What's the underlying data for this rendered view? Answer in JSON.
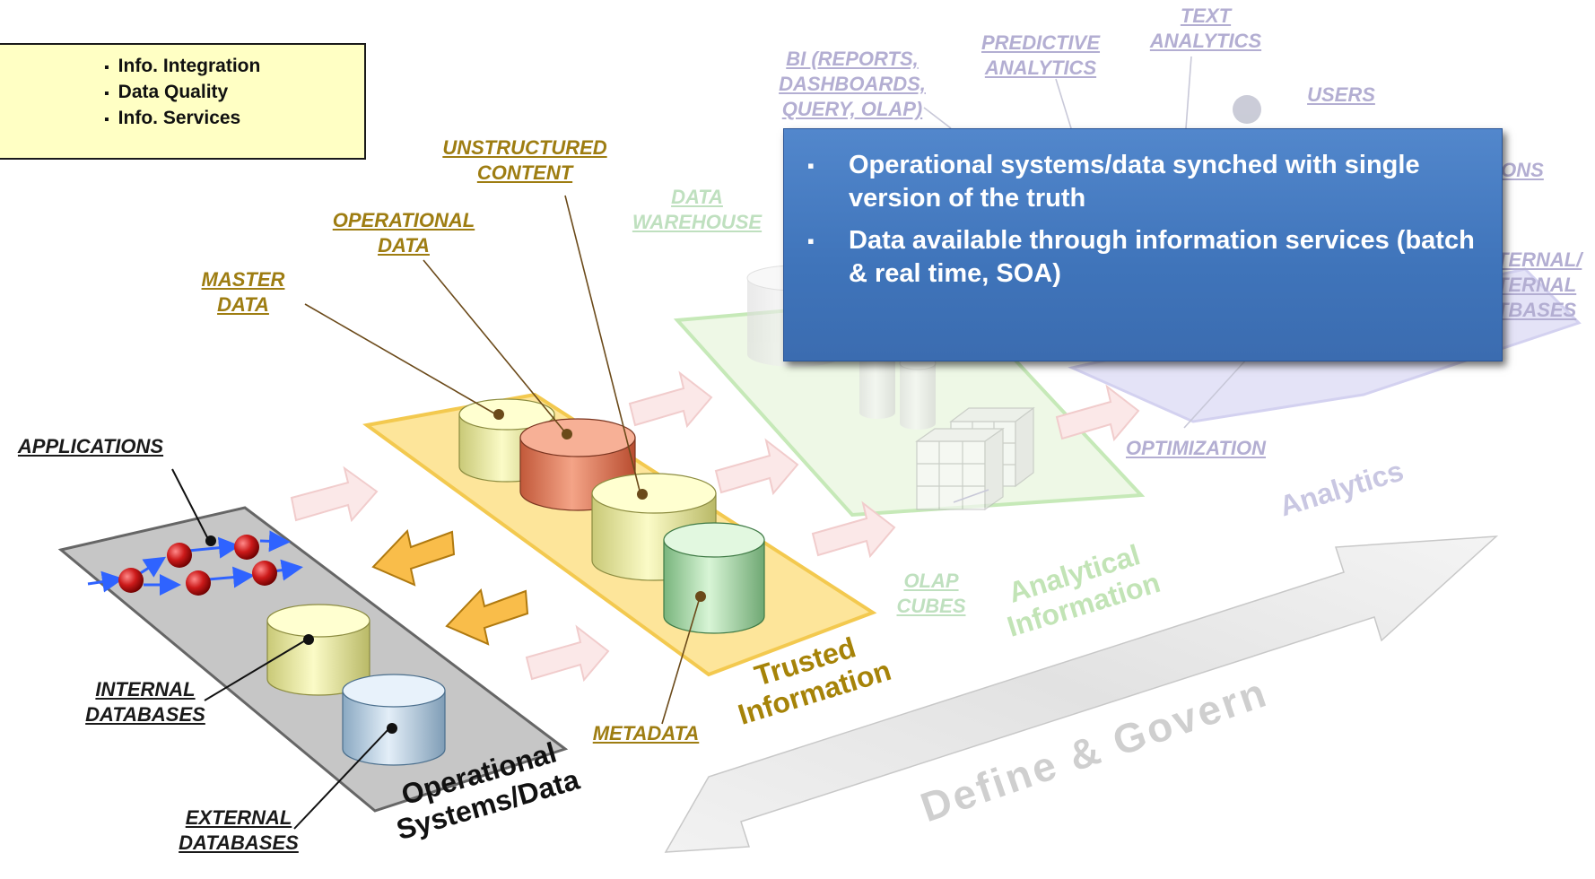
{
  "legend": {
    "items": [
      "Info. Integration",
      "Data Quality",
      "Info. Services"
    ]
  },
  "callout": {
    "bullets": [
      "Operational systems/data synched with single version of the truth",
      "Data available through information services (batch & real time, SOA)"
    ]
  },
  "labels": {
    "applications": "APPLICATIONS",
    "internal_db": [
      "INTERNAL",
      "DATABASES"
    ],
    "external_db": [
      "EXTERNAL",
      "DATABASES"
    ],
    "master_data": [
      "MASTER",
      "DATA"
    ],
    "operational_data": [
      "OPERATIONAL",
      "DATA"
    ],
    "unstructured": [
      "UNSTRUCTURED",
      "CONTENT"
    ],
    "metadata": "METADATA",
    "data_warehouse": [
      "DATA",
      "WAREHOUSE"
    ],
    "olap_cubes": [
      "OLAP",
      "CUBES"
    ],
    "bi": [
      "BI (REPORTS,",
      "DASHBOARDS,",
      "QUERY, OLAP)"
    ],
    "predictive": [
      "PREDICTIVE",
      "ANALYTICS"
    ],
    "text_analytics": [
      "TEXT",
      "ANALYTICS"
    ],
    "users": "USERS",
    "ons": "ONS",
    "external_internal": [
      "TERNAL/",
      "TERNAL",
      "TBASES"
    ],
    "optimization": "OPTIMIZATION"
  },
  "titles": {
    "operational": [
      "Operational",
      "Systems/Data"
    ],
    "trusted": [
      "Trusted",
      "Information"
    ],
    "analytical": [
      "Analytical",
      "Information"
    ],
    "analytics": "Analytics",
    "define_govern": "Define & Govern"
  },
  "colors": {
    "legend_bg": "#ffffc4",
    "callout_bg": "#4a7fc4",
    "trusted_platform": "#fde89a",
    "analytical_platform": "#e3f5d8",
    "analytics_platform": "#dcdcf5",
    "gold_text": "#9e7d12",
    "faded_green_text": "#bfe0bf",
    "faded_purple_text": "#b3aed2"
  }
}
